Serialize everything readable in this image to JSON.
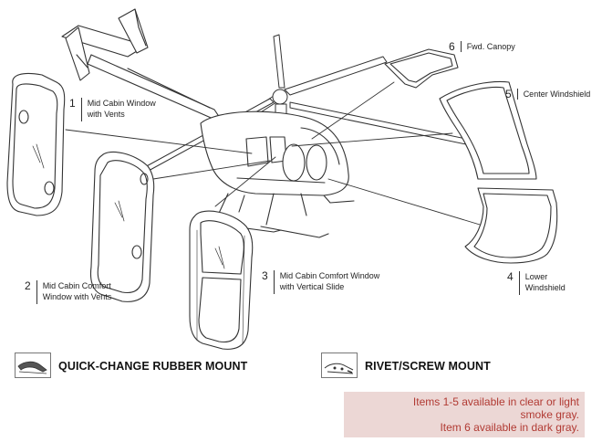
{
  "callouts": [
    {
      "num": "1",
      "lines": [
        "Mid Cabin Window",
        "with Vents"
      ]
    },
    {
      "num": "2",
      "lines": [
        "Mid Cabin Comfort",
        "Window with Vents"
      ]
    },
    {
      "num": "3",
      "lines": [
        "Mid Cabin Comfort Window",
        "with Vertical Slide"
      ]
    },
    {
      "num": "4",
      "lines": [
        "Lower",
        "Windshield"
      ]
    },
    {
      "num": "5",
      "lines": [
        "Center Windshield"
      ]
    },
    {
      "num": "6",
      "lines": [
        "Fwd. Canopy"
      ]
    }
  ],
  "mounts": {
    "rubber": "QUICK-CHANGE RUBBER MOUNT",
    "rivet": "RIVET/SCREW MOUNT"
  },
  "note": {
    "lines": [
      "Items 1-5 available in clear or light",
      "smoke gray.",
      "Item 6 available in dark gray."
    ],
    "bg": "#ecd7d5",
    "text_color": "#b13a33"
  }
}
